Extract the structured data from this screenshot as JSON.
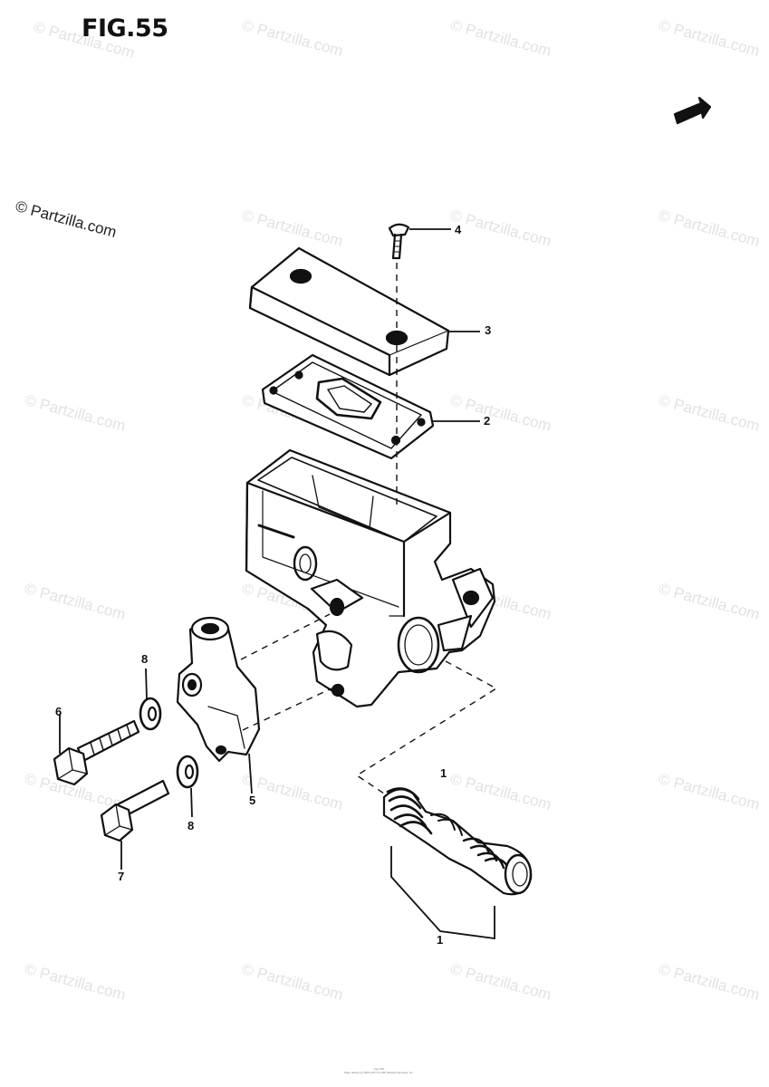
{
  "figure": {
    "title": "FIG.55",
    "copyright": "© Partzilla.com"
  },
  "watermarks": [
    "© Partzilla.com"
  ],
  "callouts": {
    "p1": "1",
    "p2": "2",
    "p3": "3",
    "p4": "4",
    "p5": "5",
    "p6": "6",
    "p7": "7",
    "p8a": "8",
    "p8b": "8"
  },
  "footer": {
    "line1": "Cop 183",
    "line2": "Page design (c) 2001-2017 by ARI Network Services, Inc."
  }
}
